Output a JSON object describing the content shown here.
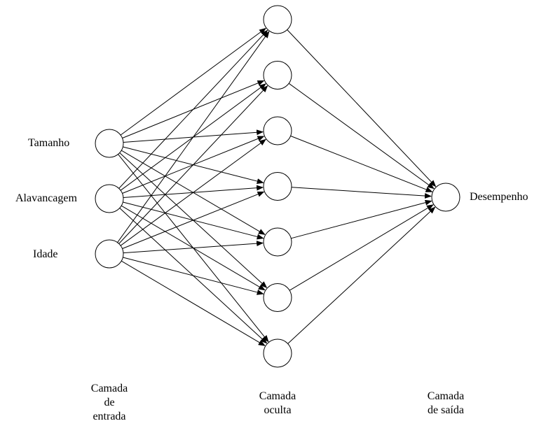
{
  "inputs": [
    "Tamanho",
    "Alavancagem",
    "Idade"
  ],
  "hidden_count": 7,
  "output": "Desempenho",
  "layer_titles": {
    "input": [
      "Camada",
      "de",
      "entrada"
    ],
    "hidden": [
      "Camada",
      "oculta"
    ],
    "output": [
      "Camada",
      "de saída"
    ]
  },
  "colors": {
    "stroke": "#000000",
    "node_fill": "#ffffff",
    "background": "#ffffff"
  }
}
